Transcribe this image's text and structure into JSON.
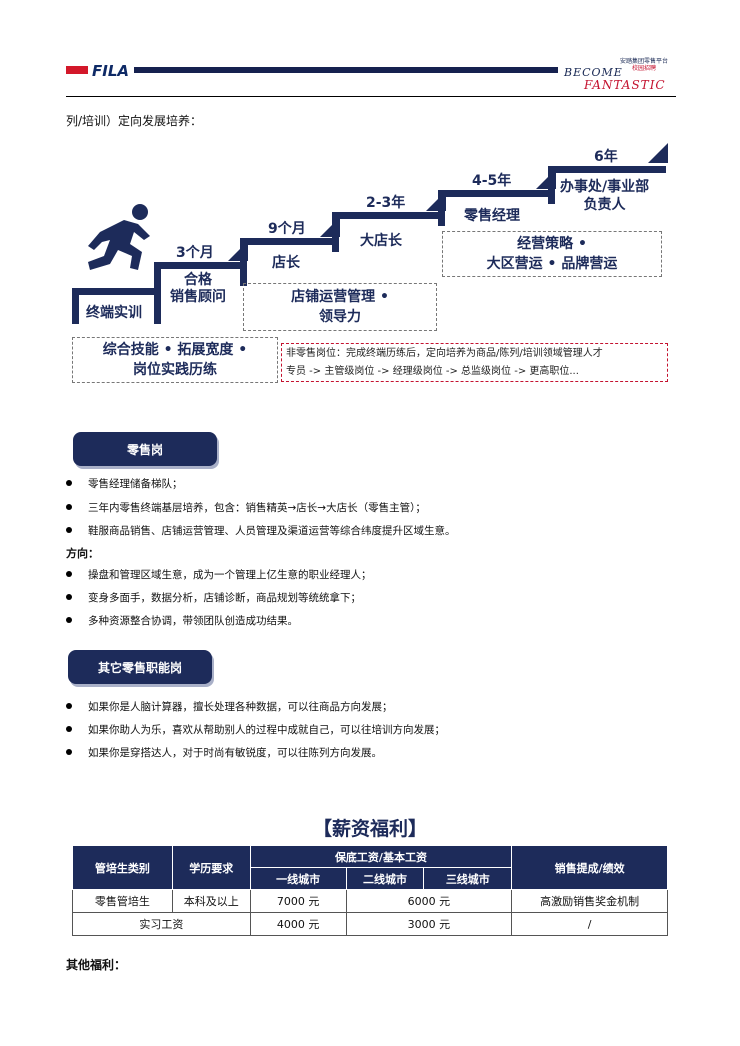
{
  "header": {
    "logo": "FILA",
    "slogan_1": "BECOME",
    "slogan_2": "FANTASTIC",
    "small_1": "安踏集团零售平台",
    "small_2": "校园招聘"
  },
  "intro": "列/培训）定向发展培养：",
  "ladder": {
    "steps": [
      {
        "time": "",
        "role": "终端实训"
      },
      {
        "time": "3个月",
        "role": "合格\n销售顾问"
      },
      {
        "time": "9个月",
        "role": "店长"
      },
      {
        "time": "2-3年",
        "role": "大店长"
      },
      {
        "time": "4-5年",
        "role": "零售经理"
      },
      {
        "time": "6年",
        "role": "办事处/事业部\n负责人"
      }
    ],
    "box_skills": "综合技能 • 拓展宽度 •\n岗位实践历练",
    "box_store": "店铺运营管理 •\n领导力",
    "box_strategy": "经营策略 •\n大区营运 • 品牌营运",
    "non_retail_1": "非零售岗位：完成终端历练后，定向培养为商品/陈列/培训领域管理人才",
    "non_retail_2": "专员 -> 主管级岗位 -> 经理级岗位 -> 总监级岗位 -> 更高职位..."
  },
  "retail": {
    "tag": "零售岗",
    "bullets": [
      "零售经理储备梯队；",
      "三年内零售终端基层培养，包含：销售精英→店长→大店长（零售主管）；",
      "鞋服商品销售、店铺运营管理、人员管理及渠道运营等综合纬度提升区域生意。"
    ],
    "direction_label": "方向：",
    "direction_bullets": [
      "操盘和管理区域生意，成为一个管理上亿生意的职业经理人；",
      "变身多面手，数据分析，店铺诊断，商品规划等统统拿下；",
      "多种资源整合协调，带领团队创造成功结果。"
    ]
  },
  "other_retail": {
    "tag": "其它零售职能岗",
    "bullets": [
      "如果你是人脑计算器，擅长处理各种数据，可以往商品方向发展；",
      "如果你助人为乐，喜欢从帮助别人的过程中成就自己，可以往培训方向发展；",
      "如果你是穿搭达人，对于时尚有敏锐度，可以往陈列方向发展。"
    ]
  },
  "salary": {
    "title": "【薪资福利】",
    "headers": {
      "category": "管培生类别",
      "education": "学历要求",
      "base": "保底工资/基本工资",
      "tier1": "一线城市",
      "tier2": "二线城市",
      "tier3": "三线城市",
      "bonus": "销售提成/绩效"
    },
    "row1": {
      "category": "零售管培生",
      "education": "本科及以上",
      "tier1": "7000 元",
      "tier23": "6000 元",
      "bonus": "高激励销售奖金机制"
    },
    "row2": {
      "category": "实习工资",
      "tier1": "4000 元",
      "tier23": "3000 元",
      "bonus": "/"
    }
  },
  "other_benefits": "其他福利："
}
